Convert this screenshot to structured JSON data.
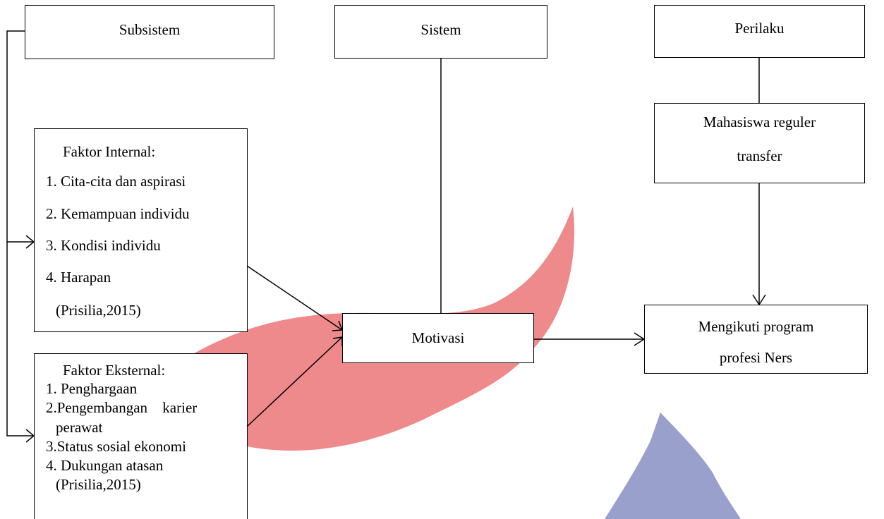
{
  "header": {
    "subsistem": "Subsistem",
    "sistem": "Sistem",
    "perilaku": "Perilaku"
  },
  "internal": {
    "title": "Faktor Internal:",
    "items": [
      "1. Cita-cita dan aspirasi",
      "2. Kemampuan individu",
      "3. Kondisi individu",
      "4. Harapan"
    ],
    "source": "(Prisilia,2015)"
  },
  "external": {
    "title": "Faktor Eksternal:",
    "items": [
      "1. Penghargaan",
      "2.Pengembangan karier",
      "perawat",
      "3.Status sosial ekonomi",
      "4. Dukungan atasan"
    ],
    "source": "(Prisilia,2015)"
  },
  "center": {
    "motivasi": "Motivasi"
  },
  "right": {
    "mahasiswa_line1": "Mahasiswa reguler",
    "mahasiswa_line2": "transfer",
    "outcome_line1": "Mengikuti program",
    "outcome_line2": "profesi Ners"
  },
  "colors": {
    "watermark_red": "#ef8a8c",
    "watermark_blue": "#9aa0cc"
  }
}
